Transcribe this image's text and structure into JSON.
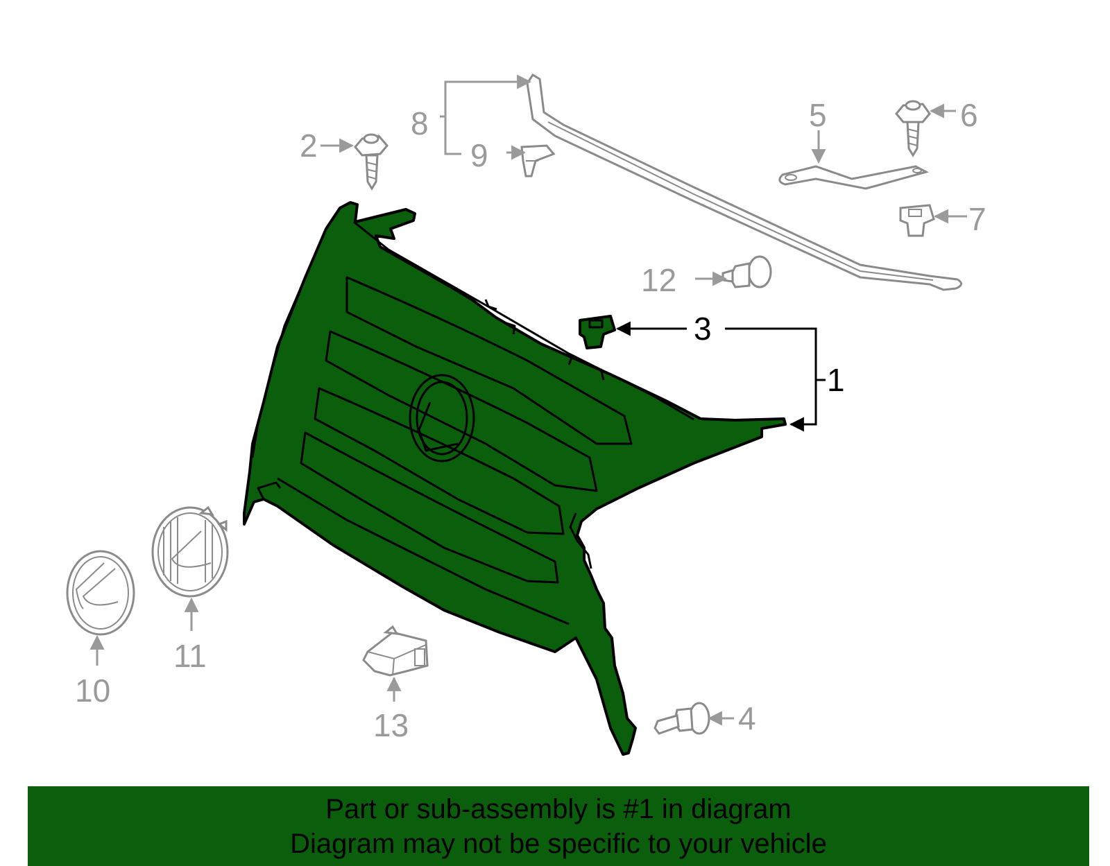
{
  "callouts": {
    "c1": "1",
    "c2": "2",
    "c3": "3",
    "c4": "4",
    "c5": "5",
    "c6": "6",
    "c7": "7",
    "c8": "8",
    "c9": "9",
    "c10": "10",
    "c11": "11",
    "c12": "12",
    "c13": "13"
  },
  "banner": {
    "line1": "Part or sub-assembly is #1 in diagram",
    "line2": "Diagram may not be specific to your vehicle"
  },
  "colors": {
    "highlight": "#0b5e0b",
    "callout_gray": "#9a9a9a",
    "callout_dark": "#000000"
  }
}
